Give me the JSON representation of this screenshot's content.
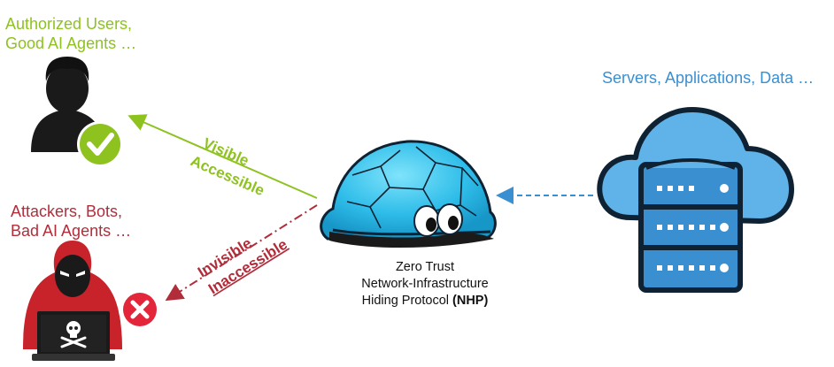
{
  "good_group": {
    "line1": "Authorized Users,",
    "line2": "Good AI Agents …"
  },
  "bad_group": {
    "line1": "Attackers, Bots,",
    "line2": "Bad AI Agents …"
  },
  "server_group": {
    "label": "Servers, Applications, Data …"
  },
  "arrows": {
    "visible": "Visible",
    "accessible": "Accessible",
    "invisible": "Invisible",
    "inaccessible": "Inaccessible"
  },
  "nhp": {
    "line1": "Zero Trust",
    "line2": "Network-Infrastructure",
    "line3_prefix": "Hiding Protocol ",
    "line3_bold": "(NHP)"
  },
  "colors": {
    "green": "#8dc21f",
    "red": "#b22d3a",
    "blue": "#3a8fd1",
    "shell": "#3ec8f0"
  },
  "icons": {
    "good_user": "user-silhouette-icon",
    "good_badge": "check-icon",
    "bad_user": "hooded-hacker-icon",
    "bad_badge": "close-icon",
    "cloud": "cloud-server-icon",
    "nhp": "turtle-shell-icon"
  }
}
